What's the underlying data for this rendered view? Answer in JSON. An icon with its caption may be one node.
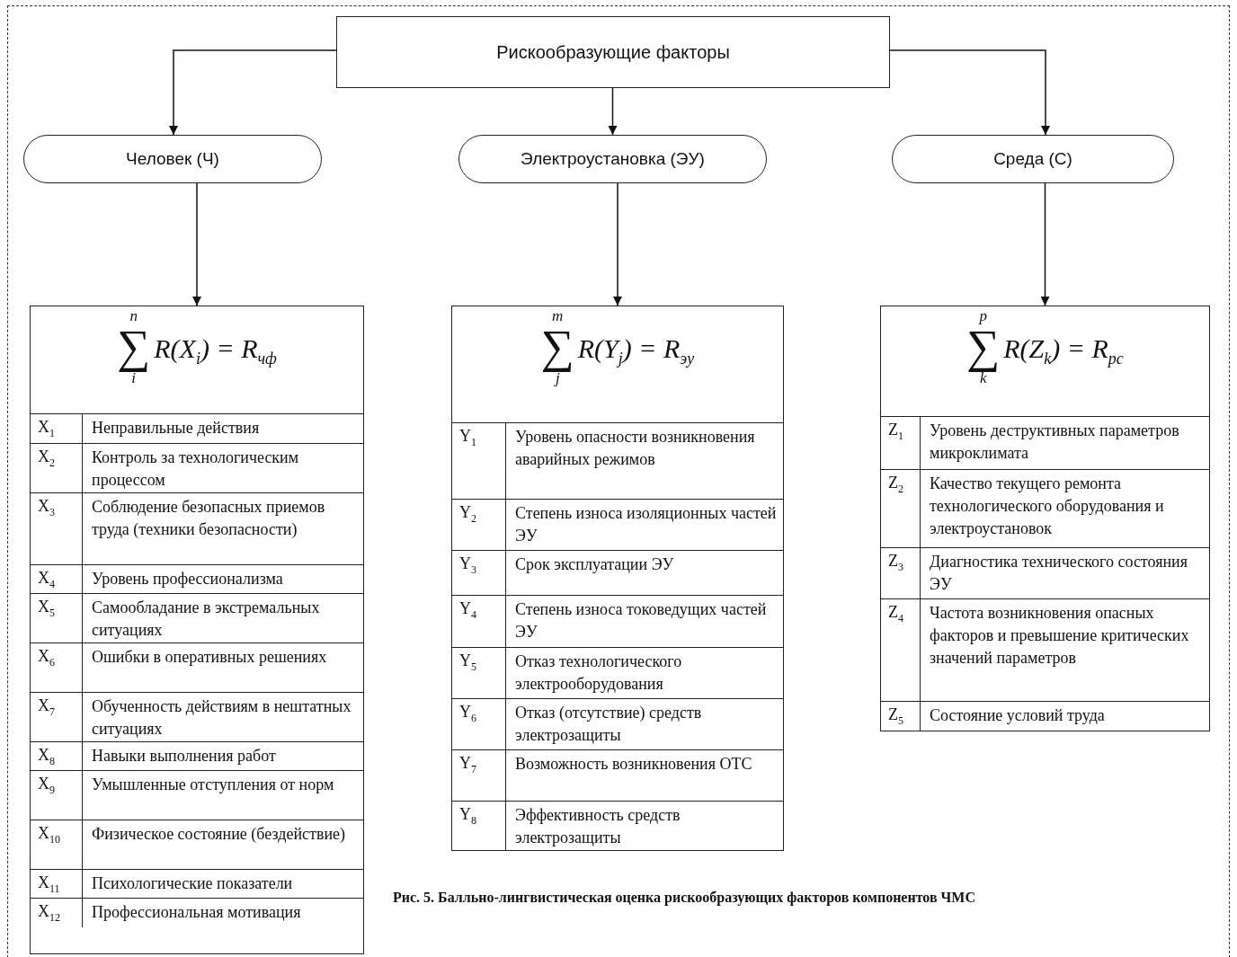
{
  "diagram": {
    "caption": "Рис. 5. Балльно-лингвистическая оценка рискообразующих факторов компонентов ЧМС",
    "nodes": [
      {
        "text": [
          "Рискообразующие факторы"
        ]
      },
      {
        "text": [
          "Человек (Ч)"
        ]
      },
      {
        "text": [
          "Электроустановка (ЭУ)"
        ]
      },
      {
        "text": [
          "Среда (С)"
        ]
      },
      {
        "text": [
          "n",
          "∑",
          "i",
          "R(X$_{i}$) = R$_{чф}$"
        ]
      },
      {
        "text": [
          "m",
          "∑",
          "j",
          "R(Y$_{j}$) = R$_{эу}$"
        ]
      },
      {
        "text": [
          "p",
          "∑",
          "k",
          "R(Z$_{k}$) = R$_{pc}$"
        ]
      }
    ],
    "edges": [
      {
        "from": 0,
        "to": 1,
        "arrow": "to"
      },
      {
        "from": 0,
        "to": 2,
        "arrow": "to"
      },
      {
        "from": 0,
        "to": 3,
        "arrow": "to"
      },
      {
        "from": 1,
        "to": 4,
        "arrow": "to"
      },
      {
        "from": 2,
        "to": 5,
        "arrow": "to"
      },
      {
        "from": 3,
        "to": 6,
        "arrow": "to"
      }
    ],
    "labels": [
      "X$_{1}$",
      "Неправильные действия",
      "X$_{2}$",
      "Контроль за технологическим процессом",
      "X$_{3}$",
      "Соблюдение безопасных приемов труда (техники безопасности)",
      "X$_{4}$",
      "Уровень профессионализма",
      "X$_{5}$",
      "Самообладание в экстремальных ситуациях",
      "X$_{6}$",
      "Ошибки в оперативных решениях",
      "X$_{7}$",
      "Обученность действиям в нештатных ситуациях",
      "X$_{8}$",
      "Навыки выполнения работ",
      "X$_{9}$",
      "Умышленные отступления от норм",
      "X$_{10}$",
      "Физическое состояние (бездействие)",
      "X$_{11}$",
      "Психологические показатели",
      "X$_{12}$",
      "Профессиональная мотивация",
      "Y$_{1}$",
      "Уровень опасности возникновения аварийных режимов",
      "Y$_{2}$",
      "Степень износа изоляционных частей ЭУ",
      "Y$_{3}$",
      "Срок эксплуатации ЭУ",
      "Y$_{4}$",
      "Степень износа токоведущих частей ЭУ",
      "Y$_{5}$",
      "Отказ технологического электрооборудования",
      "Y$_{6}$",
      "Отказ (отсутствие) средств электрозащиты",
      "Y$_{7}$",
      "Возможность возникновения ОТС",
      "Y$_{8}$",
      "Эффективность средств электрозащиты",
      "Z$_{1}$",
      "Уровень деструктивных параметров микроклимата",
      "Z$_{2}$",
      "Качество текущего ремонта технологического оборудования и электроустановок",
      "Z$_{3}$",
      "Диагностика технического состояния ЭУ",
      "Z$_{4}$",
      "Частота возникновения опасных факторов и превышение критических значений параметров",
      "Z$_{5}$",
      "Состояние условий труда"
    ]
  }
}
